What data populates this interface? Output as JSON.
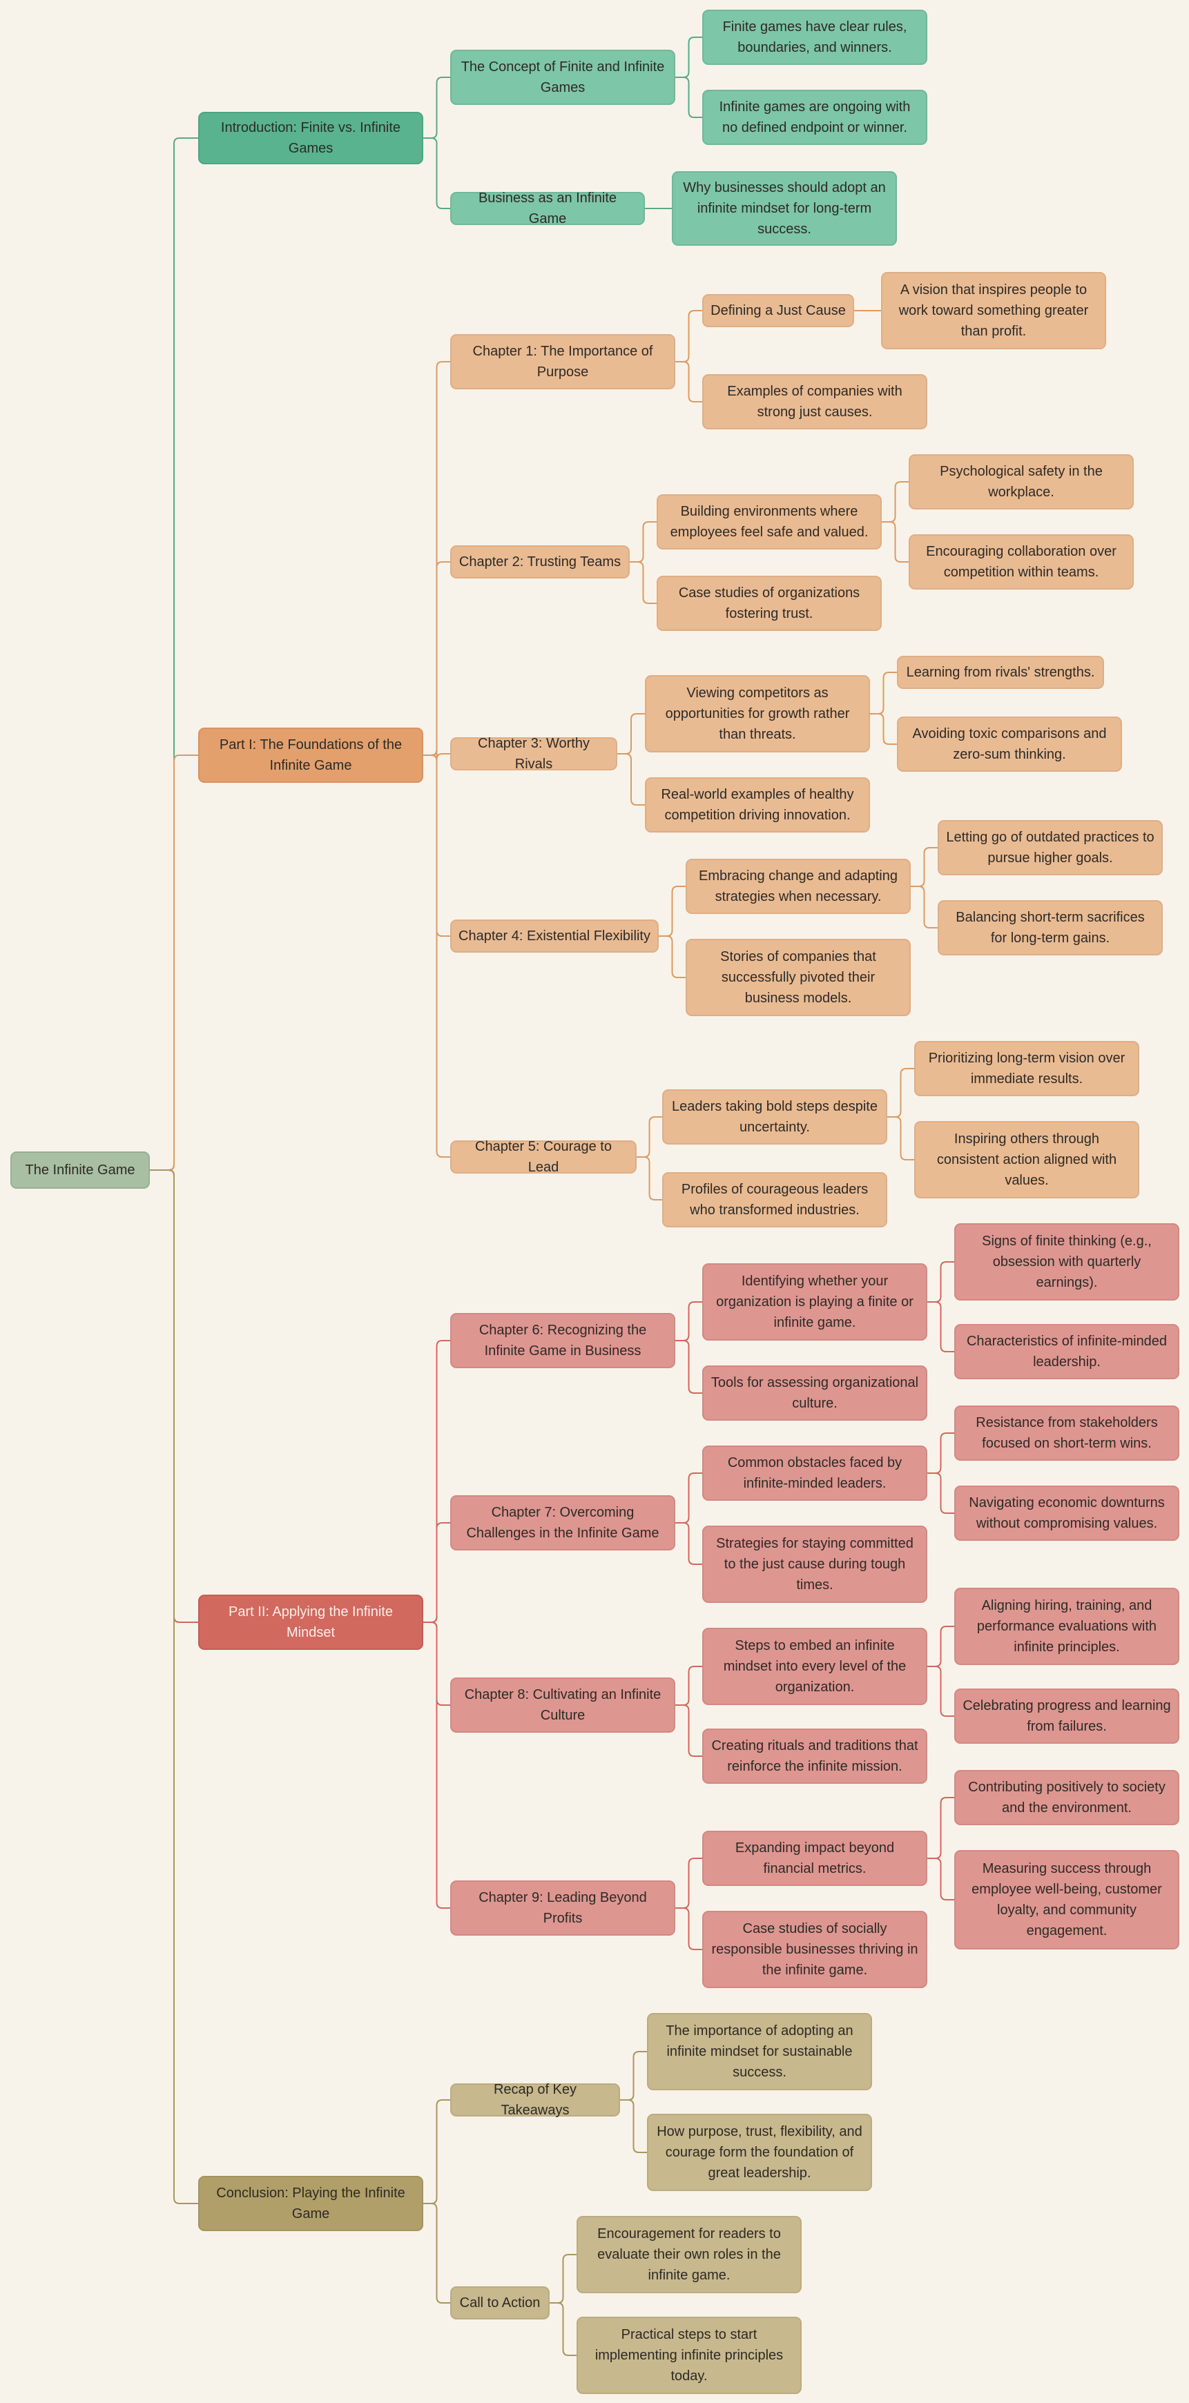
{
  "title": "The Infinite Game",
  "colors": {
    "introduction": "#59b38e",
    "part1": "#e3a06d",
    "part2": "#d1695f",
    "conclusion": "#b09f68",
    "root": "#a9bfa3"
  },
  "sections": [
    {
      "label": "Introduction: Finite vs. Infinite Games",
      "children": [
        {
          "label": "The Concept of Finite and Infinite Games",
          "children": [
            {
              "label": "Finite games have clear rules, boundaries, and winners."
            },
            {
              "label": "Infinite games are ongoing with no defined endpoint or winner."
            }
          ]
        },
        {
          "label": "Business as an Infinite Game",
          "children": [
            {
              "label": "Why businesses should adopt an infinite mindset for long-term success."
            }
          ]
        }
      ]
    },
    {
      "label": "Part I: The Foundations of the Infinite Game",
      "children": [
        {
          "label": "Chapter 1: The Importance of Purpose",
          "children": [
            {
              "label": "Defining a Just Cause",
              "children": [
                {
                  "label": "A vision that inspires people to work toward something greater than profit."
                }
              ]
            },
            {
              "label": "Examples of companies with strong just causes."
            }
          ]
        },
        {
          "label": "Chapter 2: Trusting Teams",
          "children": [
            {
              "label": "Building environments where employees feel safe and valued.",
              "children": [
                {
                  "label": "Psychological safety in the workplace."
                },
                {
                  "label": "Encouraging collaboration over competition within teams."
                }
              ]
            },
            {
              "label": "Case studies of organizations fostering trust."
            }
          ]
        },
        {
          "label": "Chapter 3: Worthy Rivals",
          "children": [
            {
              "label": "Viewing competitors as opportunities for growth rather than threats.",
              "children": [
                {
                  "label": "Learning from rivals' strengths."
                },
                {
                  "label": "Avoiding toxic comparisons and zero-sum thinking."
                }
              ]
            },
            {
              "label": "Real-world examples of healthy competition driving innovation."
            }
          ]
        },
        {
          "label": "Chapter 4: Existential Flexibility",
          "children": [
            {
              "label": "Embracing change and adapting strategies when necessary.",
              "children": [
                {
                  "label": "Letting go of outdated practices to pursue higher goals."
                },
                {
                  "label": "Balancing short-term sacrifices for long-term gains."
                }
              ]
            },
            {
              "label": "Stories of companies that successfully pivoted their business models."
            }
          ]
        },
        {
          "label": "Chapter 5: Courage to Lead",
          "children": [
            {
              "label": "Leaders taking bold steps despite uncertainty.",
              "children": [
                {
                  "label": "Prioritizing long-term vision over immediate results."
                },
                {
                  "label": "Inspiring others through consistent action aligned with values."
                }
              ]
            },
            {
              "label": "Profiles of courageous leaders who transformed industries."
            }
          ]
        }
      ]
    },
    {
      "label": "Part II: Applying the Infinite Mindset",
      "children": [
        {
          "label": "Chapter 6: Recognizing the Infinite Game in Business",
          "children": [
            {
              "label": "Identifying whether your organization is playing a finite or infinite game.",
              "children": [
                {
                  "label": "Signs of finite thinking (e.g., obsession with quarterly earnings)."
                },
                {
                  "label": "Characteristics of infinite-minded leadership."
                }
              ]
            },
            {
              "label": "Tools for assessing organizational culture."
            }
          ]
        },
        {
          "label": "Chapter 7: Overcoming Challenges in the Infinite Game",
          "children": [
            {
              "label": "Common obstacles faced by infinite-minded leaders.",
              "children": [
                {
                  "label": "Resistance from stakeholders focused on short-term wins."
                },
                {
                  "label": "Navigating economic downturns without compromising values."
                }
              ]
            },
            {
              "label": "Strategies for staying committed to the just cause during tough times."
            }
          ]
        },
        {
          "label": "Chapter 8: Cultivating an Infinite Culture",
          "children": [
            {
              "label": "Steps to embed an infinite mindset into every level of the organization.",
              "children": [
                {
                  "label": "Aligning hiring, training, and performance evaluations with infinite principles."
                },
                {
                  "label": "Celebrating progress and learning from failures."
                }
              ]
            },
            {
              "label": "Creating rituals and traditions that reinforce the infinite mission."
            }
          ]
        },
        {
          "label": "Chapter 9: Leading Beyond Profits",
          "children": [
            {
              "label": "Expanding impact beyond financial metrics.",
              "children": [
                {
                  "label": "Contributing positively to society and the environment."
                },
                {
                  "label": "Measuring success through employee well-being, customer loyalty, and community engagement."
                }
              ]
            },
            {
              "label": "Case studies of socially responsible businesses thriving in the infinite game."
            }
          ]
        }
      ]
    },
    {
      "label": "Conclusion: Playing the Infinite Game",
      "children": [
        {
          "label": "Recap of Key Takeaways",
          "children": [
            {
              "label": "The importance of adopting an infinite mindset for sustainable success."
            },
            {
              "label": "How purpose, trust, flexibility, and courage form the foundation of great leadership."
            }
          ]
        },
        {
          "label": "Call to Action",
          "children": [
            {
              "label": "Encouragement for readers to evaluate their own roles in the infinite game."
            },
            {
              "label": "Practical steps to start implementing infinite principles today."
            }
          ]
        }
      ]
    }
  ]
}
